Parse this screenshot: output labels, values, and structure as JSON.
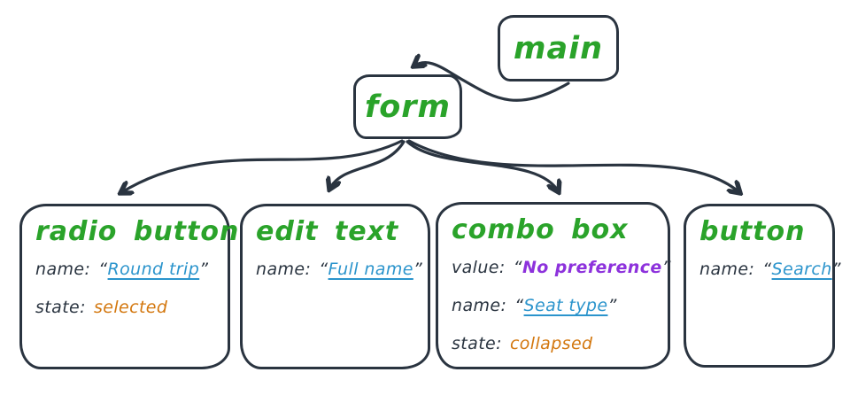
{
  "colors": {
    "ink": "#2a3440",
    "node_title_green": "#2aa32a",
    "name_blue": "#2b94cc",
    "state_orange": "#d3770e",
    "value_purple": "#8d32dc",
    "background": "#ffffff"
  },
  "punctuation": {
    "quote_open": "“",
    "quote_close": "”"
  },
  "tree": {
    "root": {
      "label": "main"
    },
    "form": {
      "label": "form"
    },
    "children": [
      {
        "title": "radio button",
        "props": [
          {
            "label": "name:",
            "value": "Round trip"
          },
          {
            "label": "state:",
            "value": "selected"
          }
        ]
      },
      {
        "title": "edit text",
        "props": [
          {
            "label": "name:",
            "value": "Full name"
          }
        ]
      },
      {
        "title": "combo box",
        "props": [
          {
            "label": "value:",
            "value": "No preference"
          },
          {
            "label": "name:",
            "value": "Seat type"
          },
          {
            "label": "state:",
            "value": "collapsed"
          }
        ]
      },
      {
        "title": "button",
        "props": [
          {
            "label": "name:",
            "value": "Search"
          }
        ]
      }
    ]
  }
}
